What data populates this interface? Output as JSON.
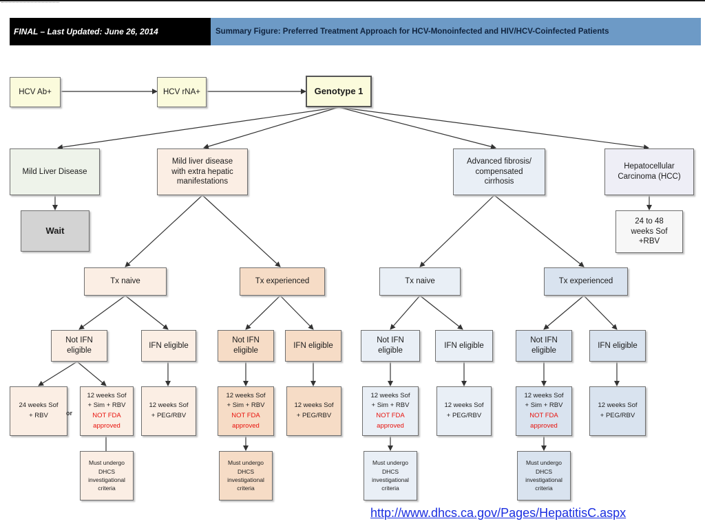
{
  "header": {
    "left": "FINAL – Last Updated: June 26, 2014",
    "right": "Summary Figure: Preferred Treatment Approach for HCV-Monoinfected and HIV/HCV-Coinfected Patients"
  },
  "flow": {
    "hcv_ab": "HCV Ab+",
    "hcv_rna": "HCV rNA+",
    "genotype": "Genotype 1"
  },
  "categories": {
    "mild": "Mild Liver Disease",
    "mild_extra": [
      "Mild liver disease",
      "with extra hepatic",
      "manifestations"
    ],
    "advanced": [
      "Advanced fibrosis/",
      "compensated",
      "cirrhosis"
    ],
    "hcc": [
      "Hepatocellular",
      "Carcinoma (HCC)"
    ]
  },
  "outcomes": {
    "wait": "Wait",
    "hcc_treatment": [
      "24 to 48",
      "weeks Sof",
      "+RBV"
    ]
  },
  "labels": {
    "tx_naive": "Tx naive",
    "tx_experienced": "Tx experienced",
    "not_ifn": [
      "Not IFN",
      "eligible"
    ],
    "ifn_eligible": "IFN eligible",
    "or": "or"
  },
  "regimens": {
    "sof_rbv_24": [
      "24 weeks Sof",
      "+ RBV"
    ],
    "sof_sim": [
      "12 weeks Sof",
      "+ Sim + RBV"
    ],
    "not_fda": [
      "NOT FDA",
      "approved"
    ],
    "peg": [
      "12 weeks Sof",
      "+ PEG/RBV"
    ],
    "must_undergo": [
      "Must undergo",
      "DHCS",
      "investigational",
      "criteria"
    ]
  },
  "footer": {
    "url": "http://www.dhcs.ca.gov/Pages/HepatitisC.aspx"
  }
}
